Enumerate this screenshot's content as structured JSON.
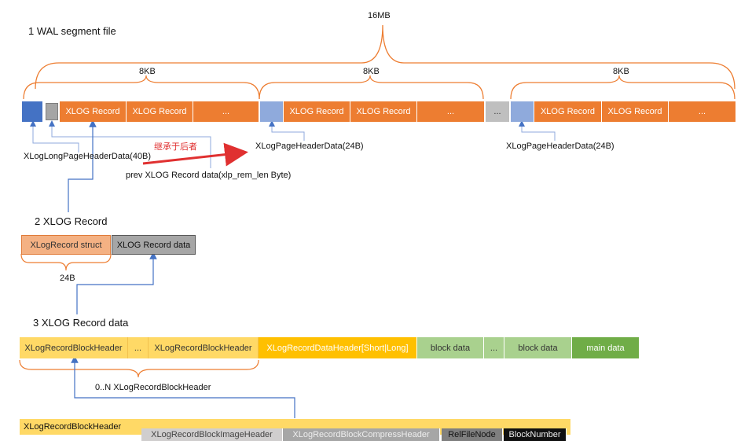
{
  "sections": {
    "wal_segment_title": "1 WAL segment file",
    "xlog_record_title": "2 XLOG Record",
    "xlog_record_data_title": "3 XLOG Record data"
  },
  "size_labels": {
    "segment": "16MB",
    "page_1": "8KB",
    "page_2": "8KB",
    "page_3": "8KB",
    "record_struct": "24B"
  },
  "wal_bar": {
    "page_1": [
      "XLOG Record",
      "XLOG Record",
      "..."
    ],
    "page_2": [
      "XLOG Record",
      "XLOG Record",
      "..."
    ],
    "gap": "...",
    "page_3": [
      "XLOG Record",
      "XLOG Record",
      "..."
    ]
  },
  "annotations": {
    "long_page_header": "XLogLongPageHeaderData(40B)",
    "page_header_2": "XLogPageHeaderData(24B)",
    "page_header_3": "XLogPageHeaderData(24B)",
    "prev_record": "prev XLOG Record data(xlp_rem_len Byte)",
    "inherit_note": "继承于后者"
  },
  "record_boxes": {
    "struct": "XLogRecord struct",
    "data": "XLOG Record data"
  },
  "record_data_bar": {
    "block_header_1": "XLogRecordBlockHeader",
    "ellipsis_1": "...",
    "block_header_2": "XLogRecordBlockHeader",
    "data_header": "XLogRecordDataHeader[Short|Long]",
    "block_data_1": "block data",
    "ellipsis_2": "...",
    "block_data_2": "block data",
    "main_data": "main data",
    "count_label": "0..N XLogRecordBlockHeader"
  },
  "block_header_detail": {
    "title": "XLogRecordBlockHeader",
    "image_header": "XLogRecordBlockImageHeader",
    "compress_header": "XLogRecordBlockCompressHeader",
    "relfilenode": "RelFileNode",
    "block_number": "BlockNumber"
  },
  "colors": {
    "record_orange": "#ed7d31",
    "header_blue": "#4472c4",
    "page_header_light_blue": "#8faadc",
    "arrow_red": "#e03030",
    "connector_blue": "#4472c4",
    "brace_orange": "#ed7d31"
  }
}
